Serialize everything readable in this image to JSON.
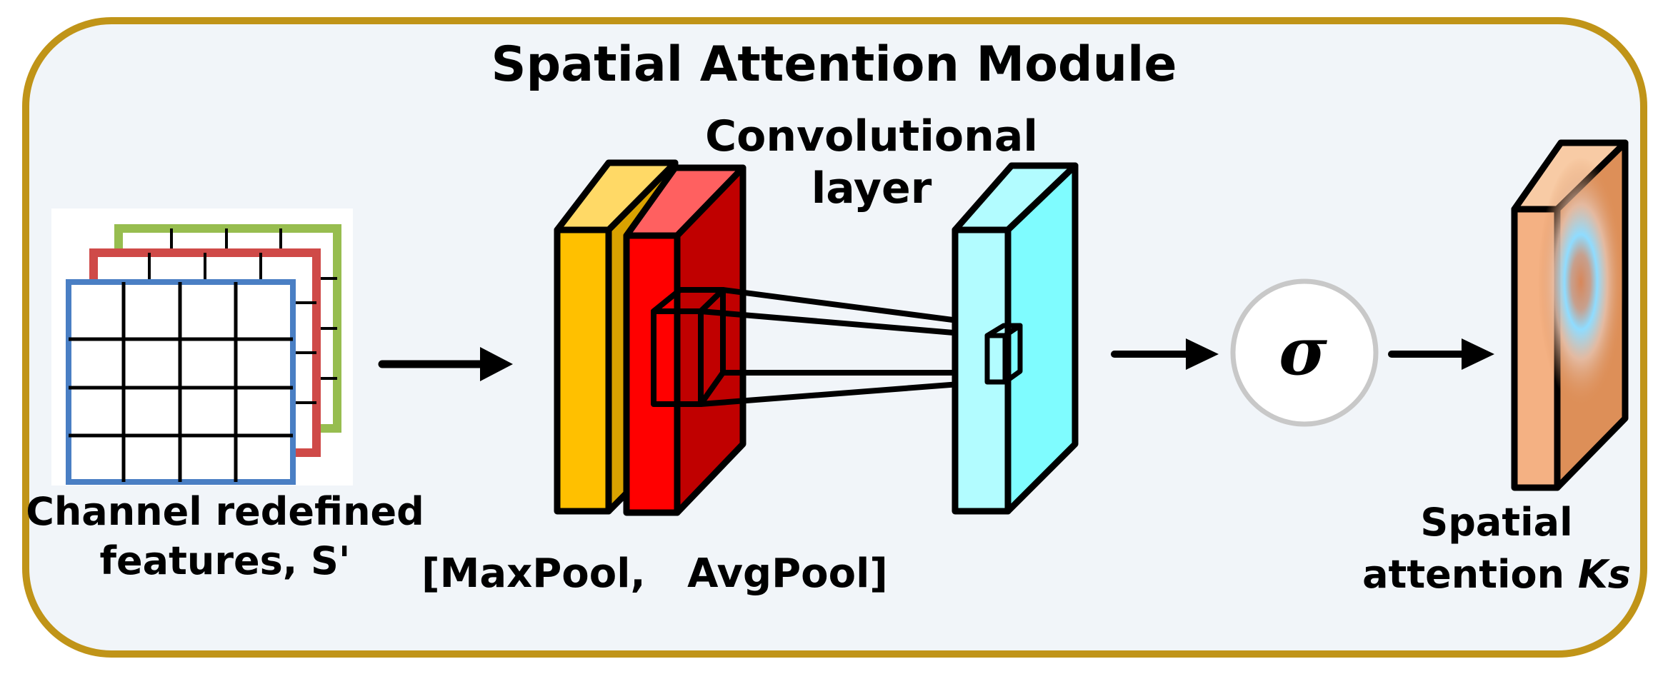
{
  "title": "Spatial Attention Module",
  "input": {
    "line1": "Channel redefined",
    "line2": "features, S'"
  },
  "pooling": {
    "text": "[MaxPool,   AvgPool]"
  },
  "conv": {
    "line1": "Convolutional",
    "line2": "layer"
  },
  "sigmoid": {
    "symbol": "σ"
  },
  "output": {
    "line1": "Spatial",
    "line2_prefix": "attention ",
    "line2_var": "Ks"
  },
  "colors": {
    "frame_border": "#c09418",
    "frame_fill": "#f1f5f9",
    "grid_back": "#97bd4f",
    "grid_mid": "#cf4a48",
    "grid_front": "#4a7fc4",
    "maxpool_front": "#ffc000",
    "maxpool_top": "#ffd966",
    "maxpool_side": "#d9a200",
    "avgpool_front": "#ff0000",
    "avgpool_top": "#ff6060",
    "avgpool_side": "#c00000",
    "conv_front": "#b2fcff",
    "conv_side": "#7ffcff",
    "output_front": "#f4b183",
    "output_top": "#f8cba5",
    "output_side": "#dd8f58",
    "sigmoid_ring": "#c8c8c8"
  }
}
